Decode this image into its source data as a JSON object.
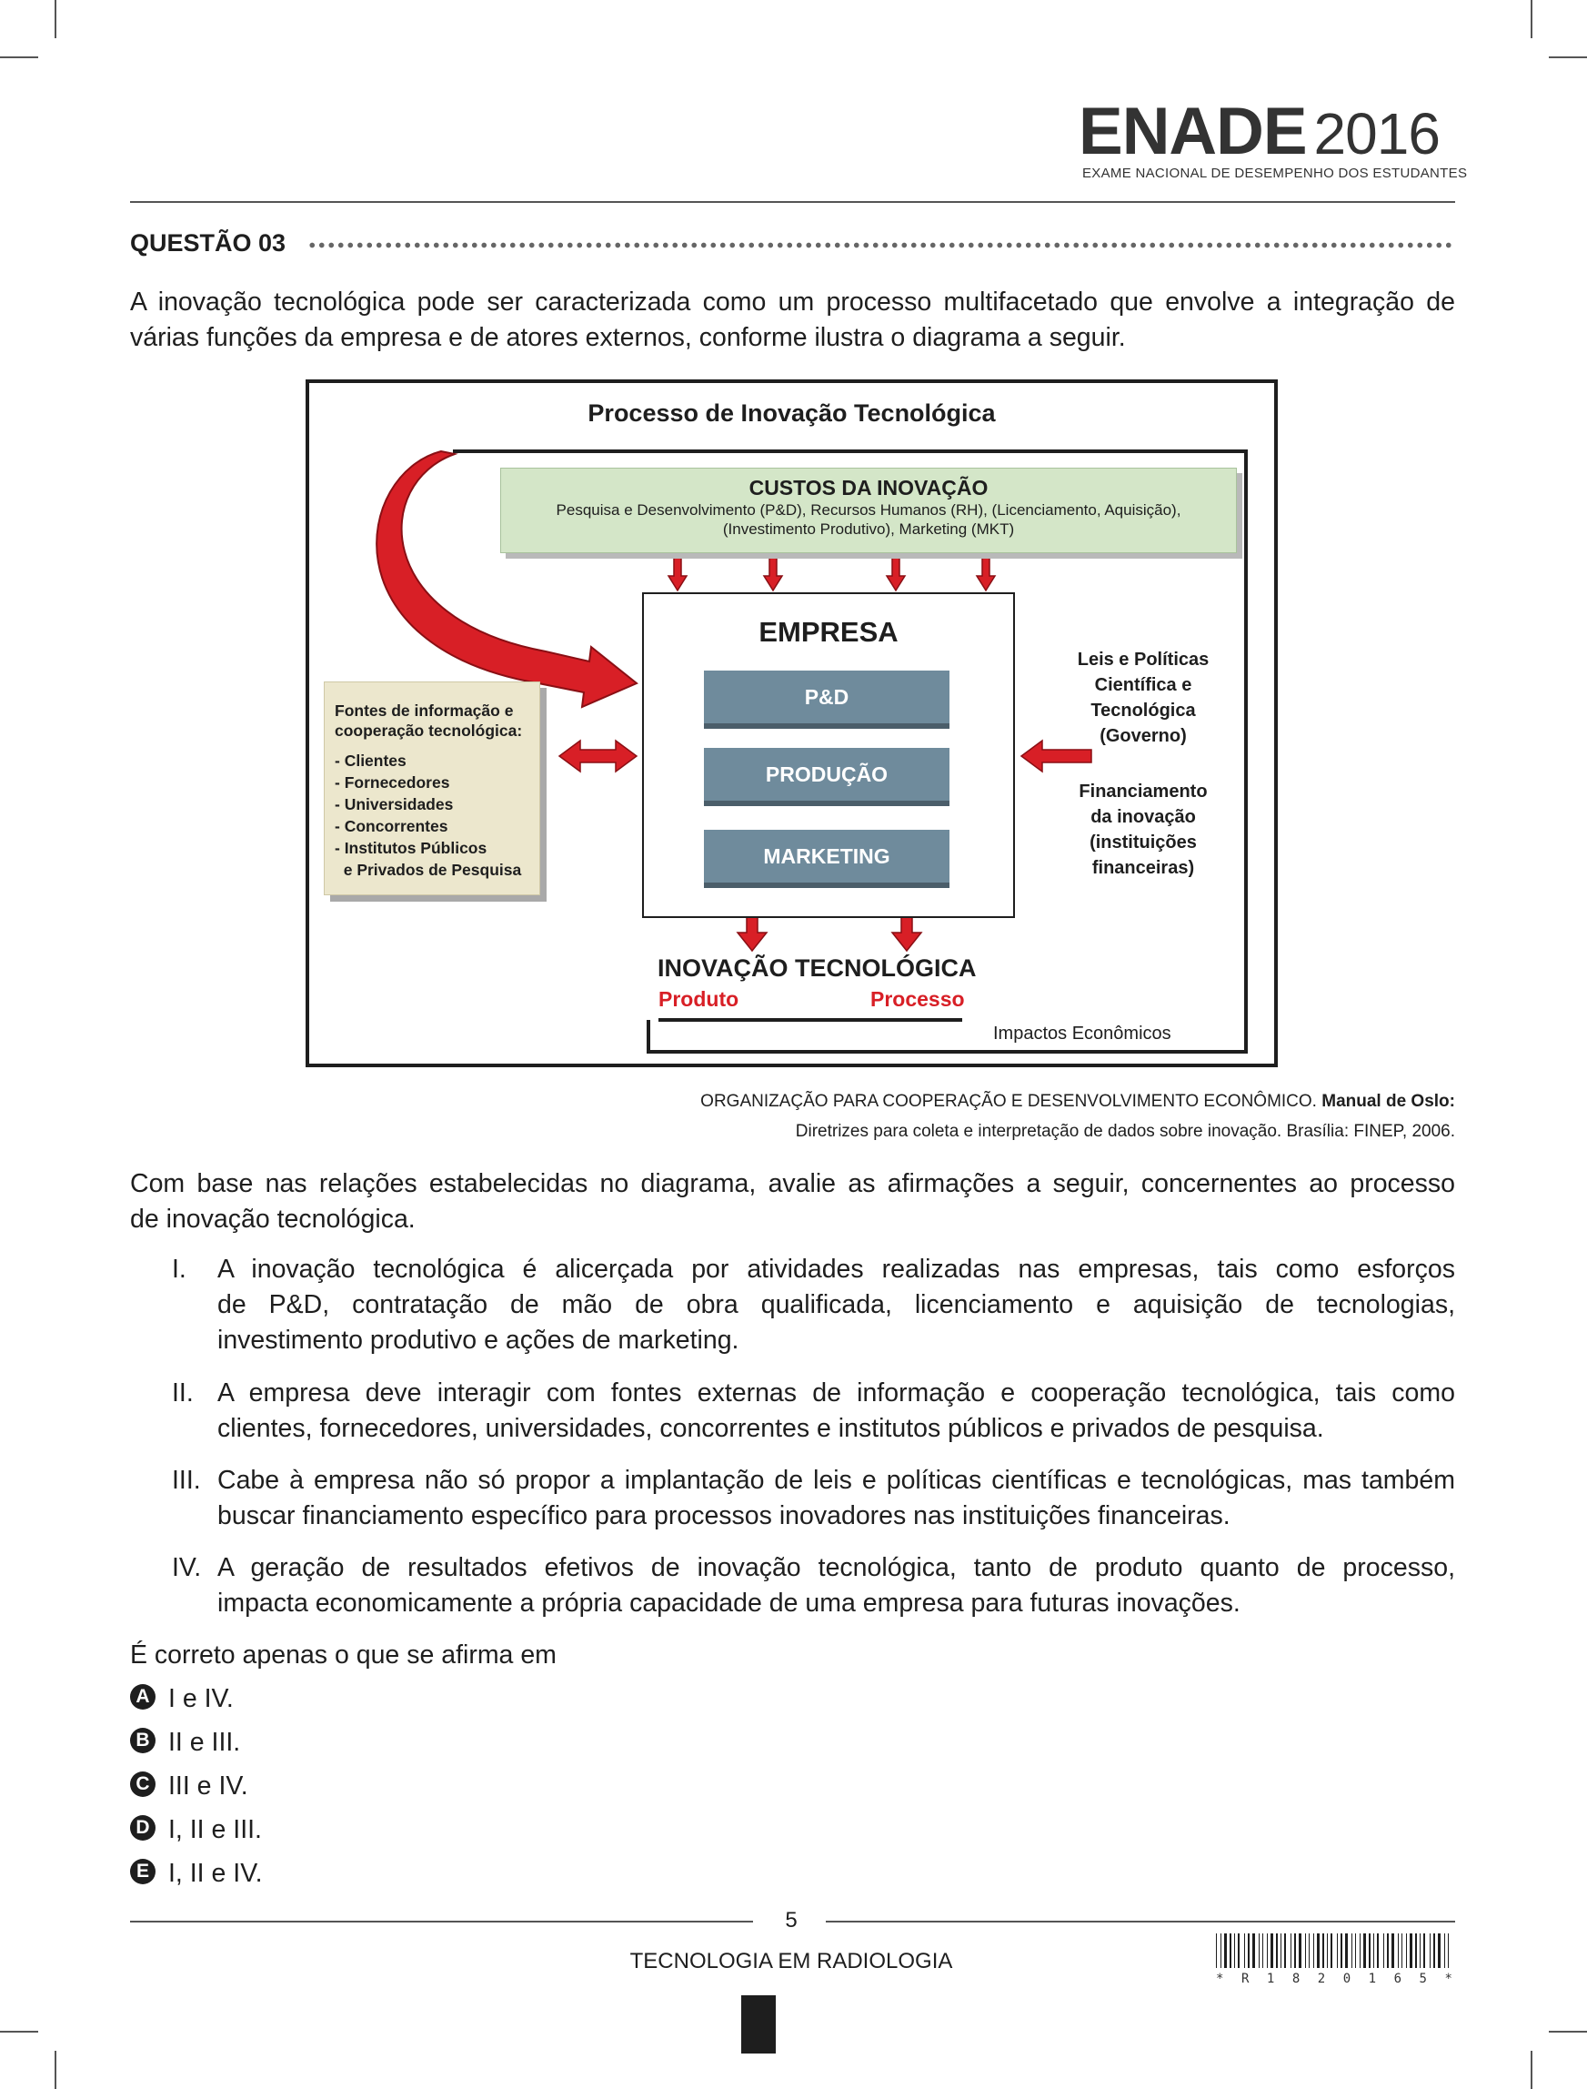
{
  "header": {
    "brand": "ENADE",
    "year": "2016",
    "subtitle": "EXAME NACIONAL DE DESEMPENHO DOS ESTUDANTES"
  },
  "question": {
    "title": "QUESTÃO 03",
    "intro_line1": "A inovação tecnológica pode ser caracterizada como um processo multifacetado que envolve a integração de",
    "intro_line2": "várias funções da empresa e de atores externos, conforme ilustra o diagrama a seguir."
  },
  "diagram": {
    "title": "Processo de Inovação Tecnológica",
    "costs_title": "CUSTOS DA INOVAÇÃO",
    "costs_line1": "Pesquisa e Desenvolvimento (P&D), Recursos Humanos (RH), (Licenciamento, Aquisição),",
    "costs_line2": "(Investimento Produtivo), Marketing (MKT)",
    "empresa": "EMPRESA",
    "departments": [
      "P&D",
      "PRODUÇÃO",
      "MARKETING"
    ],
    "sources_title_line1": "Fontes de informação  e",
    "sources_title_line2": "cooperação tecnológica:",
    "sources_items": [
      "- Clientes",
      "- Fornecedores",
      "- Universidades",
      "- Concorrentes",
      "- Institutos Públicos",
      "  e Privados de Pesquisa"
    ],
    "laws": [
      "Leis e Políticas",
      "Científica e",
      "Tecnológica",
      "(Governo)"
    ],
    "financing": [
      "Financiamento",
      "da inovação",
      "(instituições",
      "financeiras)"
    ],
    "innovation": "INOVAÇÃO TECNOLÓGICA",
    "product": "Produto",
    "process": "Processo",
    "impacts": "Impactos Econômicos",
    "colors": {
      "arrow_red": "#d81f26",
      "costs_green": "#d4e6c8",
      "dept_blue": "#6f8b9c",
      "sources_beige": "#ece7cd"
    }
  },
  "source": {
    "line1_org": "ORGANIZAÇÃO PARA COOPERAÇÃO E DESENVOLVIMENTO ECONÔMICO.",
    "line1_title": "Manual de Oslo:",
    "line2": "Diretrizes para coleta e interpretação de dados sobre inovação. Brasília: FINEP, 2006."
  },
  "prompt": {
    "line1": "Com base nas relações estabelecidas no diagrama, avalie as afirmações a seguir, concernentes ao processo",
    "line2": "de inovação tecnológica."
  },
  "statements": [
    {
      "num": "I.",
      "lines": [
        "A inovação tecnológica é alicerçada por atividades realizadas nas empresas, tais como esforços",
        "de P&D, contratação de mão de obra qualificada, licenciamento e aquisição de tecnologias,",
        "investimento produtivo e ações de marketing."
      ]
    },
    {
      "num": "II.",
      "lines": [
        "A empresa deve interagir com fontes externas de informação e cooperação tecnológica, tais como",
        "clientes, fornecedores, universidades, concorrentes e institutos públicos e privados de pesquisa."
      ]
    },
    {
      "num": "III.",
      "lines": [
        "Cabe à empresa não só propor a implantação de leis e políticas científicas e tecnológicas, mas também",
        "buscar financiamento específico para processos inovadores nas instituições financeiras."
      ]
    },
    {
      "num": "IV.",
      "lines": [
        "A geração de resultados efetivos de inovação tecnológica, tanto de produto quanto de processo,",
        "impacta economicamente a própria capacidade de uma empresa para futuras inovações."
      ]
    }
  ],
  "question_stem": "É correto apenas o que se afirma em",
  "options": [
    {
      "letter": "A",
      "text": "I e IV."
    },
    {
      "letter": "B",
      "text": "II e III."
    },
    {
      "letter": "C",
      "text": "III e IV."
    },
    {
      "letter": "D",
      "text": "I, II e III."
    },
    {
      "letter": "E",
      "text": "I, II e IV."
    }
  ],
  "footer": {
    "page": "5",
    "course": "TECNOLOGIA EM RADIOLOGIA",
    "barcode_text": [
      "*",
      "R",
      "1",
      "8",
      "2",
      "0",
      "1",
      "6",
      "5",
      "*"
    ]
  }
}
